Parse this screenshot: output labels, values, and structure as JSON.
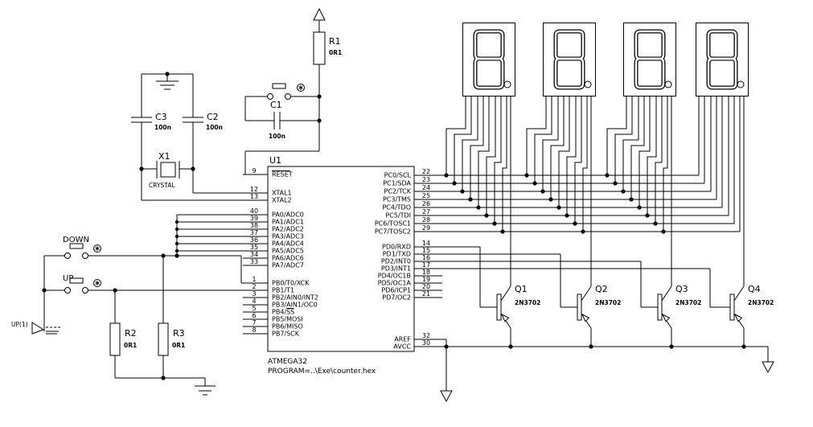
{
  "schematic": {
    "ic": {
      "ref": "U1",
      "part": "ATMEGA32",
      "program": "PROGRAM=..\\Exe\\counter.hex",
      "left_pins": [
        {
          "num": "9",
          "name": "RESET",
          "overline": "RESET"
        },
        {
          "num": "12",
          "name": "XTAL1"
        },
        {
          "num": "13",
          "name": "XTAL2"
        },
        {
          "num": "40",
          "name": "PA0/ADC0"
        },
        {
          "num": "39",
          "name": "PA1/ADC1"
        },
        {
          "num": "38",
          "name": "PA2/ADC2"
        },
        {
          "num": "37",
          "name": "PA3/ADC3"
        },
        {
          "num": "36",
          "name": "PA4/ADC4"
        },
        {
          "num": "35",
          "name": "PA5/ADC5"
        },
        {
          "num": "34",
          "name": "PA6/ADC6"
        },
        {
          "num": "33",
          "name": "PA7/ADC7"
        },
        {
          "num": "1",
          "name": "PB0/T0/XCK"
        },
        {
          "num": "2",
          "name": "PB1/T1"
        },
        {
          "num": "3",
          "name": "PB2/AIN0/INT2"
        },
        {
          "num": "4",
          "name": "PB3/AIN1/OC0"
        },
        {
          "num": "5",
          "name": "PB4/SS",
          "overline": "SS"
        },
        {
          "num": "6",
          "name": "PB5/MOSI"
        },
        {
          "num": "7",
          "name": "PB6/MISO"
        },
        {
          "num": "8",
          "name": "PB7/SCK"
        }
      ],
      "right_pins": [
        {
          "num": "22",
          "name": "PC0/SCL"
        },
        {
          "num": "23",
          "name": "PC1/SDA"
        },
        {
          "num": "24",
          "name": "PC2/TCK"
        },
        {
          "num": "25",
          "name": "PC3/TMS"
        },
        {
          "num": "26",
          "name": "PC4/TDO"
        },
        {
          "num": "27",
          "name": "PC5/TDI"
        },
        {
          "num": "28",
          "name": "PC6/TOSC1"
        },
        {
          "num": "29",
          "name": "PC7/TOSC2"
        },
        {
          "num": "14",
          "name": "PD0/RXD"
        },
        {
          "num": "15",
          "name": "PD1/TXD"
        },
        {
          "num": "16",
          "name": "PD2/INT0"
        },
        {
          "num": "17",
          "name": "PD3/INT1"
        },
        {
          "num": "18",
          "name": "PD4/OC1B"
        },
        {
          "num": "19",
          "name": "PD5/OC1A"
        },
        {
          "num": "20",
          "name": "PD6/ICP1"
        },
        {
          "num": "21",
          "name": "PD7/OC2"
        },
        {
          "num": "32",
          "name": "AREF"
        },
        {
          "num": "30",
          "name": "AVCC"
        }
      ]
    },
    "transistors": [
      {
        "ref": "Q1",
        "part": "2N3702"
      },
      {
        "ref": "Q2",
        "part": "2N3702"
      },
      {
        "ref": "Q3",
        "part": "2N3702"
      },
      {
        "ref": "Q4",
        "part": "2N3702"
      }
    ],
    "resistors": [
      {
        "ref": "R1",
        "value": "0R1"
      },
      {
        "ref": "R2",
        "value": "0R1"
      },
      {
        "ref": "R3",
        "value": "0R1"
      }
    ],
    "capacitors": [
      {
        "ref": "C1",
        "value": "100n"
      },
      {
        "ref": "C2",
        "value": "100n"
      },
      {
        "ref": "C3",
        "value": "100n"
      }
    ],
    "crystal": {
      "ref": "X1",
      "label": "CRYSTAL"
    },
    "buttons": {
      "down": "DOWN",
      "up": "UP"
    },
    "terminal_label": "UP(1)",
    "display_count": 4,
    "colors": {
      "wire": "#000000",
      "background": "#ffffff"
    }
  }
}
